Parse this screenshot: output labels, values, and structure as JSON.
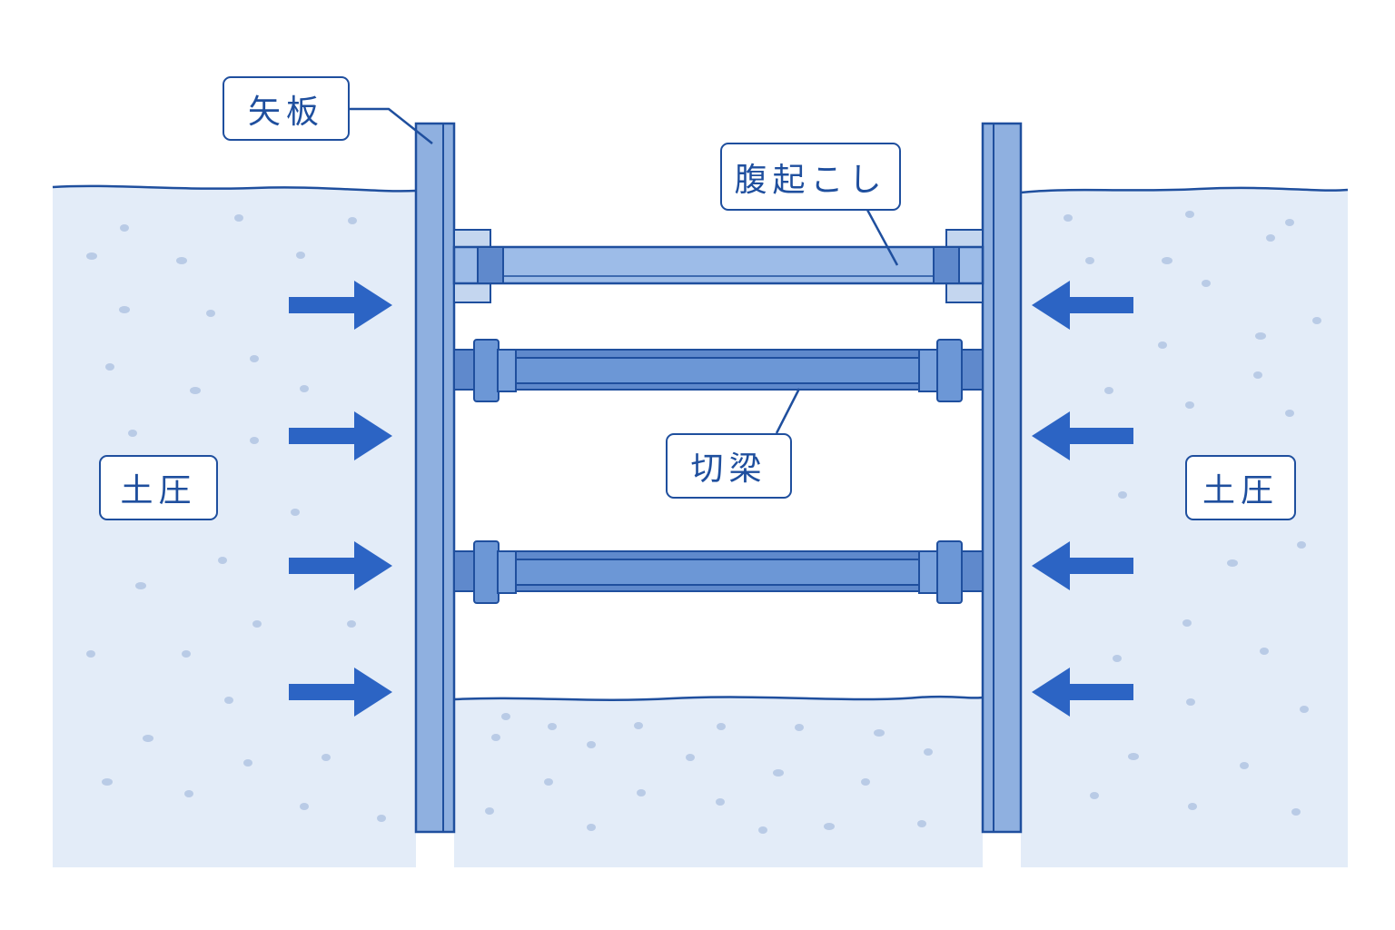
{
  "labels": {
    "sheet_pile": "矢板",
    "waler": "腹起こし",
    "strut": "切梁",
    "earth_pressure_left": "土圧",
    "earth_pressure_right": "土圧"
  },
  "colors": {
    "soil_fill": "#e3ecf8",
    "soil_dot": "#b9cbe6",
    "outline": "#1f4f9e",
    "pile_fill": "#8fb0e0",
    "waler_fill": "#9dbce8",
    "strut_fill": "#6c97d6",
    "connector_fill": "#5f89cc",
    "arrow": "#2c64c4"
  }
}
